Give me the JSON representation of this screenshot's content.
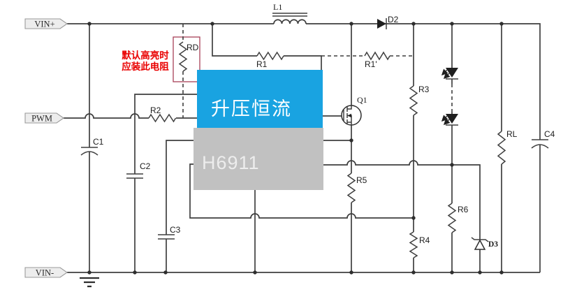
{
  "diagram": {
    "type": "circuit-schematic",
    "chip": {
      "function_label": "升压恒流",
      "part_number": "H6911"
    },
    "note": {
      "line1": "默认高亮时",
      "line2": "应装此电阻"
    },
    "ports": {
      "vin_plus": "VIN+",
      "pwm": "PWM",
      "vin_minus": "VIN-"
    },
    "components": {
      "l1": "L1",
      "r1": "R1",
      "r1_prime": "R1'",
      "d2": "D2",
      "rd": "RD",
      "r2": "R2",
      "r3": "R3",
      "r4": "R4",
      "r5": "R5",
      "r6": "R6",
      "rl": "RL",
      "d3": "D3",
      "q1": "Q1",
      "c1": "C1",
      "c2": "C2",
      "c3": "C3",
      "c4": "C4"
    },
    "colors": {
      "chip_blue": "#19a3e1",
      "chip_gray": "#c1c1c1",
      "chip_text": "#ffffff",
      "note_red": "#e90000",
      "note_box_red": "#a84058",
      "wire": "#3f3f3f"
    }
  }
}
